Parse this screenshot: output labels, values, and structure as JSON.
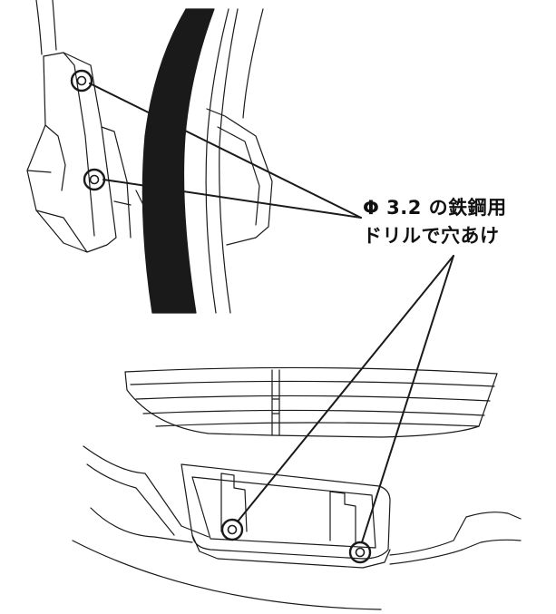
{
  "callout": {
    "line1": "Φ 3.2 の鉄鋼用",
    "line2": "ドリルで穴あけ"
  },
  "colors": {
    "line": "#1a1a1a",
    "band": "#1a1a1a",
    "background": "#ffffff"
  },
  "markers": {
    "count": 4,
    "style": "double-ring"
  }
}
